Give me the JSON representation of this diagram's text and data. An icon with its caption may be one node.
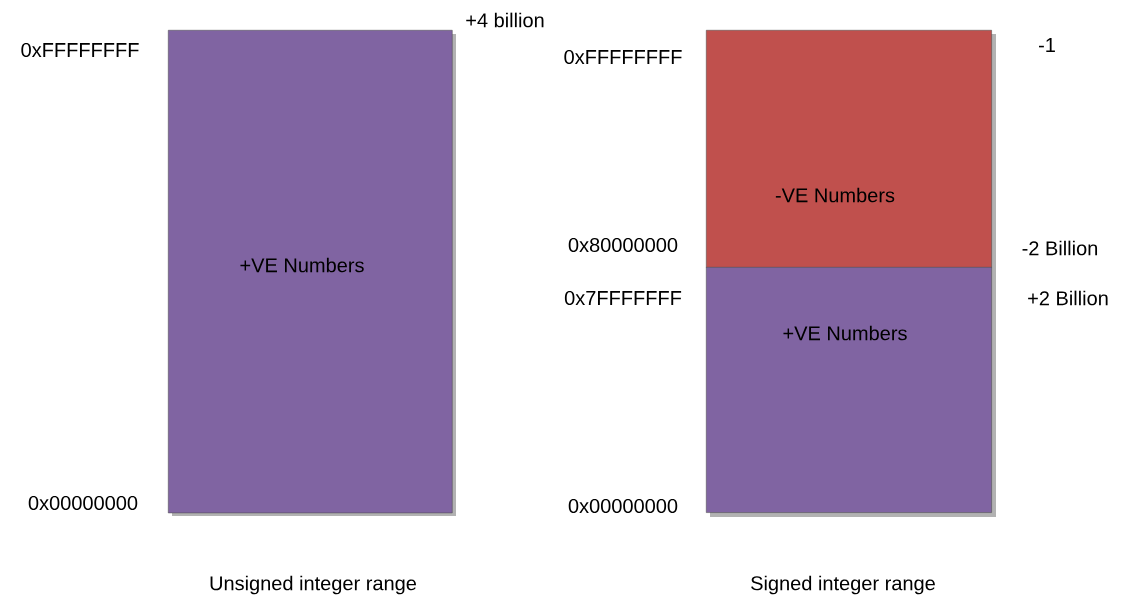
{
  "diagram": {
    "nodes": [
      {
        "text": [
          "+VE Numbers"
        ]
      },
      {
        "text": [
          "-VE Numbers"
        ]
      },
      {
        "text": [
          "+VE Numbers"
        ]
      }
    ],
    "labels": [
      "+4 billion",
      "0xFFFFFFFF",
      "0xFFFFFFFF",
      "-1",
      "0x80000000",
      "-2 Billion",
      "0x7FFFFFFF",
      "+2 Billion",
      "0x00000000",
      "0x00000000",
      "Unsigned integer range",
      "Signed integer range"
    ]
  }
}
